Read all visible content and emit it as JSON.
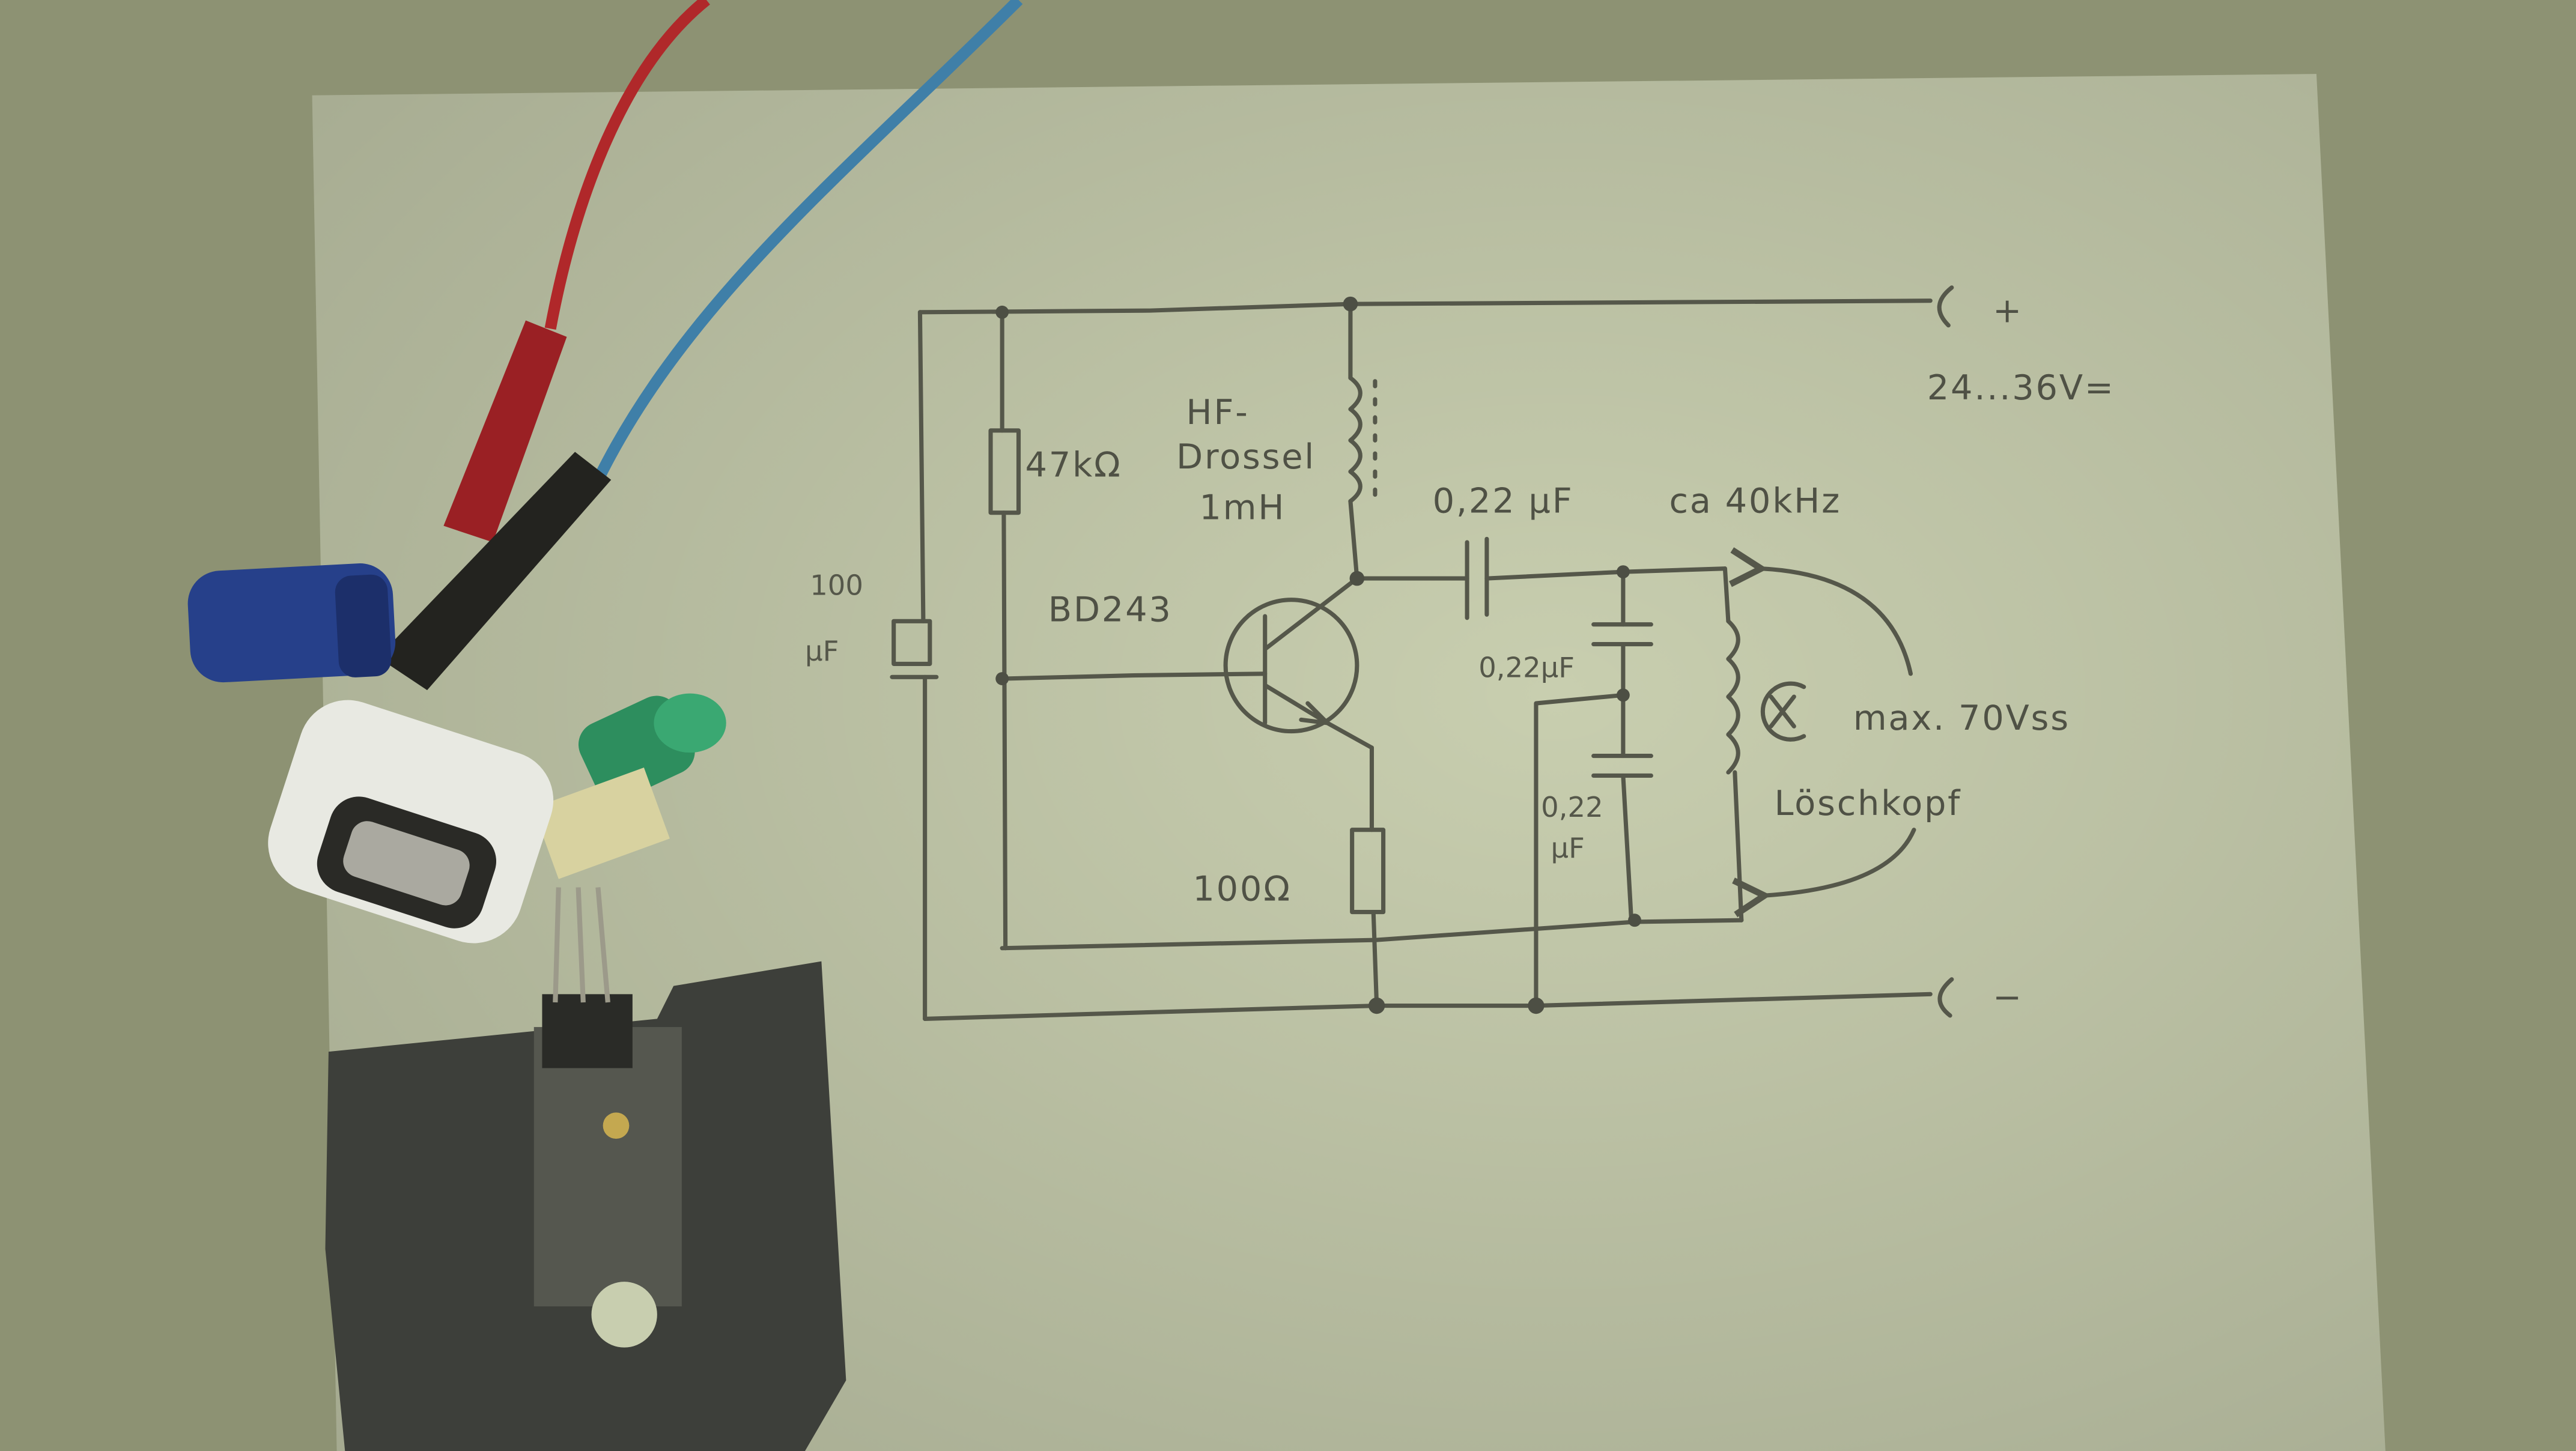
{
  "schematic": {
    "supply_plus_symbol": "+",
    "supply_minus_symbol": "−",
    "supply_voltage": "24...36V=",
    "choke_label_1": "HF-",
    "choke_label_2": "Drossel",
    "choke_value": "1mH",
    "base_resistor": "47kΩ",
    "coupling_cap": "0,22 µF",
    "frequency": "ca 40kHz",
    "supply_cap_value": "100",
    "supply_cap_unit": "µF",
    "transistor": "BD243",
    "tank_cap_upper": "0,22µF",
    "max_voltage": "max. 70Vss",
    "erase_head": "Löschkopf",
    "tank_cap_lower_value": "0,22",
    "tank_cap_lower_unit": "µF",
    "emitter_resistor": "100Ω"
  },
  "colors": {
    "desk": "#8d9273",
    "paper": "#c8ceaf",
    "pencil": "#55574a",
    "wire_red": "#b0282a",
    "wire_blue": "#3f7fa8"
  }
}
